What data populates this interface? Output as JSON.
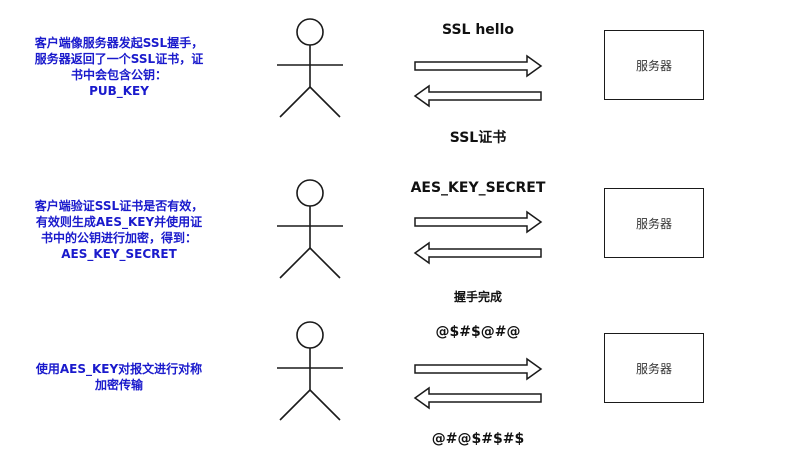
{
  "rows": [
    {
      "description": [
        "客户端像服务器发起SSL握手，",
        "服务器返回了一个SSL证书，证",
        "书中会包含公钥：",
        "PUB_KEY"
      ],
      "top_label": "SSL hello",
      "bottom_label": "SSL证书",
      "server_label": "服务器"
    },
    {
      "description": [
        "客户端验证SSL证书是否有效，",
        "有效则生成AES_KEY并使用证",
        "书中的公钥进行加密，得到：",
        "AES_KEY_SECRET"
      ],
      "top_label": "AES_KEY_SECRET",
      "bottom_label": "握手完成",
      "server_label": "服务器"
    },
    {
      "description": [
        "使用AES_KEY对报文进行对称",
        "加密传输"
      ],
      "top_label": "@$#$@#@",
      "bottom_label": "@#@$#$#$",
      "server_label": "服务器"
    }
  ],
  "colors": {
    "description_text": "#1a1acc",
    "stroke": "#1a1a1a"
  },
  "icons": [
    "stick-figure-icon",
    "right-arrow-icon",
    "left-arrow-icon"
  ]
}
